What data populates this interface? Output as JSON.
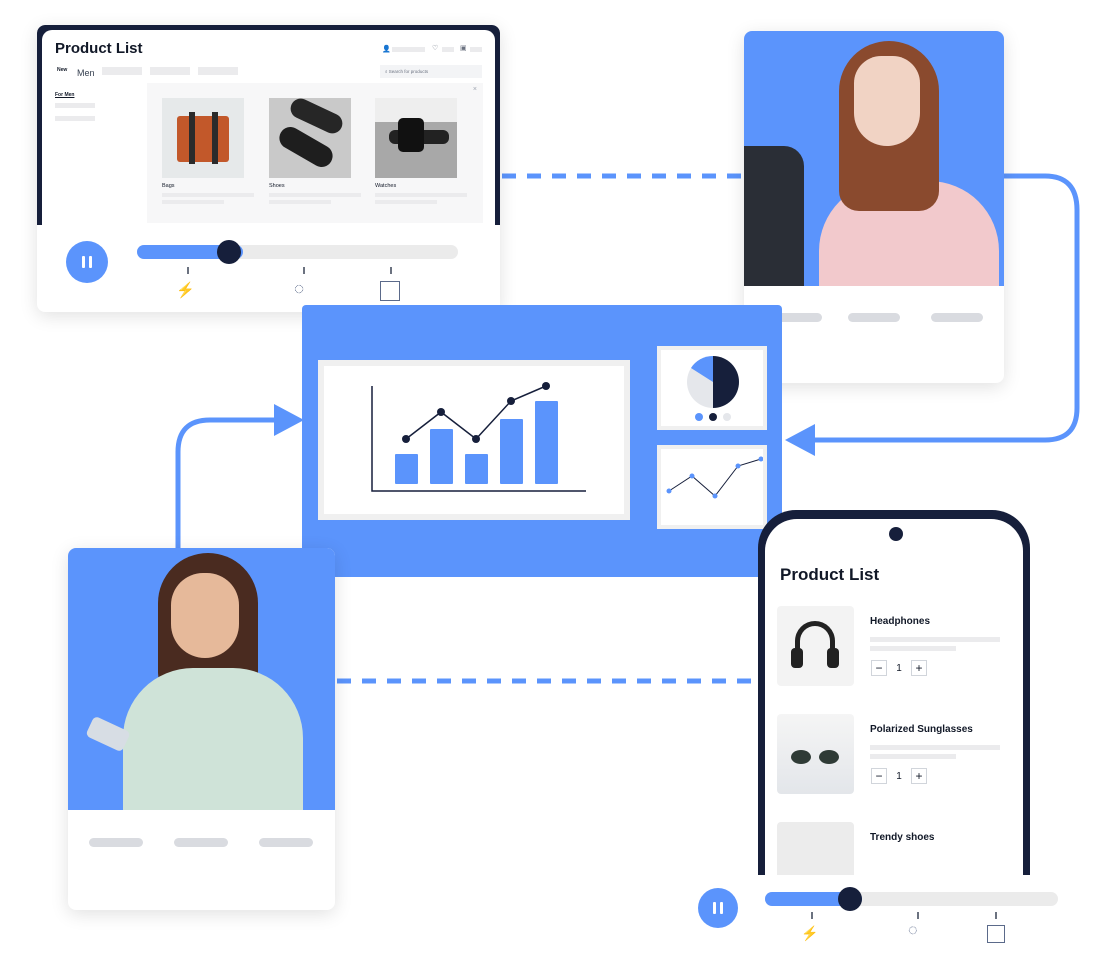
{
  "accent": "#5b94fc",
  "dark": "#161f3b",
  "tablet": {
    "title": "Product List",
    "nav": {
      "new": "New",
      "men": "Men"
    },
    "search_placeholder": "Search for products",
    "sidebar_link": "For Men",
    "products": [
      {
        "name": "Bags"
      },
      {
        "name": "Shoes"
      },
      {
        "name": "Watches"
      }
    ],
    "replay": {
      "progress_percent": 33,
      "thumb_percent": 25,
      "markers": [
        "rage-click-icon",
        "cursor-click-icon",
        "element-select-icon"
      ]
    }
  },
  "phone": {
    "title": "Product List",
    "items": [
      {
        "name": "Headphones",
        "qty": "1"
      },
      {
        "name": "Polarized Sunglasses",
        "qty": "1"
      },
      {
        "name": "Trendy shoes"
      }
    ],
    "minus": "−",
    "plus": "+",
    "replay": {
      "progress_percent": 33,
      "thumb_percent": 25,
      "markers": [
        "rage-click-icon",
        "cursor-click-icon",
        "element-select-icon"
      ]
    }
  },
  "dashboard": {
    "bars": [
      30,
      55,
      30,
      65,
      83
    ],
    "line": [
      45,
      72,
      45,
      83,
      98
    ],
    "pie_legend_colors": [
      "#5b94fc",
      "#161f3b",
      "#e5e7eb"
    ],
    "mini_line": [
      30,
      45,
      25,
      55,
      62
    ]
  }
}
